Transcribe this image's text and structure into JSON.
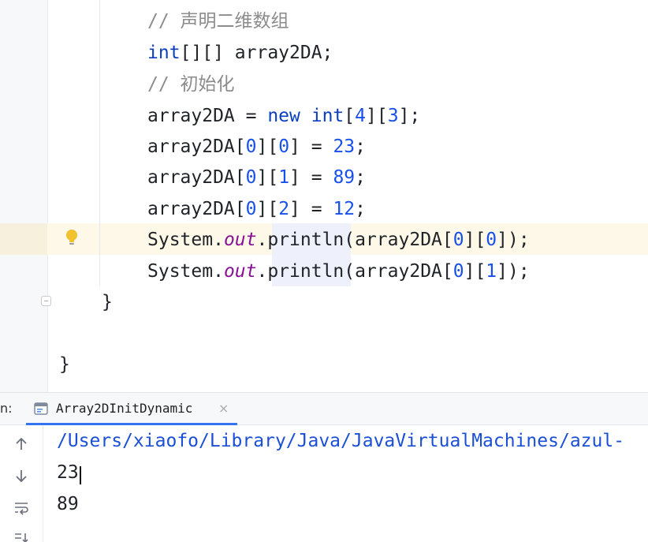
{
  "editor": {
    "lines": [
      {
        "indent": "comment1",
        "parts": [
          {
            "t": "// 声明二维数组",
            "c": "cmt"
          }
        ]
      },
      {
        "indent": "decl",
        "parts": [
          {
            "t": "int",
            "c": "kw"
          },
          {
            "t": "[][] array2DA;",
            "c": ""
          }
        ]
      },
      {
        "indent": "comment2",
        "parts": [
          {
            "t": "// 初始化",
            "c": "cmt"
          }
        ]
      },
      {
        "indent": "init",
        "parts": [
          {
            "t": "array2DA = ",
            "c": ""
          },
          {
            "t": "new",
            "c": "kw"
          },
          {
            "t": " ",
            "c": ""
          },
          {
            "t": "int",
            "c": "kw"
          },
          {
            "t": "[",
            "c": ""
          },
          {
            "t": "4",
            "c": "num"
          },
          {
            "t": "][",
            "c": ""
          },
          {
            "t": "3",
            "c": "num"
          },
          {
            "t": "];",
            "c": ""
          }
        ]
      },
      {
        "indent": "a1",
        "parts": [
          {
            "t": "array2DA[",
            "c": ""
          },
          {
            "t": "0",
            "c": "num"
          },
          {
            "t": "][",
            "c": ""
          },
          {
            "t": "0",
            "c": "num"
          },
          {
            "t": "] = ",
            "c": ""
          },
          {
            "t": "23",
            "c": "num"
          },
          {
            "t": ";",
            "c": ""
          }
        ]
      },
      {
        "indent": "a2",
        "parts": [
          {
            "t": "array2DA[",
            "c": ""
          },
          {
            "t": "0",
            "c": "num"
          },
          {
            "t": "][",
            "c": ""
          },
          {
            "t": "1",
            "c": "num"
          },
          {
            "t": "] = ",
            "c": ""
          },
          {
            "t": "89",
            "c": "num"
          },
          {
            "t": ";",
            "c": ""
          }
        ]
      },
      {
        "indent": "a3",
        "parts": [
          {
            "t": "array2DA[",
            "c": ""
          },
          {
            "t": "0",
            "c": "num"
          },
          {
            "t": "][",
            "c": ""
          },
          {
            "t": "2",
            "c": "num"
          },
          {
            "t": "] = ",
            "c": ""
          },
          {
            "t": "12",
            "c": "num"
          },
          {
            "t": ";",
            "c": ""
          }
        ]
      },
      {
        "indent": "p1",
        "parts": [
          {
            "t": "System.",
            "c": ""
          },
          {
            "t": "out",
            "c": "field"
          },
          {
            "t": ".println(array2DA[",
            "c": ""
          },
          {
            "t": "0",
            "c": "num"
          },
          {
            "t": "][",
            "c": ""
          },
          {
            "t": "0",
            "c": "num"
          },
          {
            "t": "]);",
            "c": ""
          }
        ]
      },
      {
        "indent": "p2",
        "parts": [
          {
            "t": "System.",
            "c": ""
          },
          {
            "t": "out",
            "c": "field"
          },
          {
            "t": ".println(array2DA[",
            "c": ""
          },
          {
            "t": "0",
            "c": "num"
          },
          {
            "t": "][",
            "c": ""
          },
          {
            "t": "1",
            "c": "num"
          },
          {
            "t": "]);",
            "c": ""
          }
        ]
      },
      {
        "indent": "close1",
        "parts": [
          {
            "t": "}",
            "c": ""
          }
        ]
      },
      {
        "indent": "blank",
        "parts": []
      },
      {
        "indent": "close2",
        "parts": [
          {
            "t": "}",
            "c": ""
          }
        ]
      }
    ]
  },
  "run_panel": {
    "tool_label": "n:",
    "tab_label": "Array2DInitDynamic",
    "tab_close": "×",
    "toolbar_icons": [
      "arrow-up-icon",
      "arrow-down-icon",
      "soft-wrap-icon",
      "scroll-to-end-icon"
    ]
  },
  "console": {
    "lines": [
      "/Users/xiaofo/Library/Java/JavaVirtualMachines/azul-",
      "23",
      "89"
    ]
  },
  "colors": {
    "keyword": "#0b3fbf",
    "number": "#1750eb",
    "comment": "#8c8c8c",
    "field": "#871094",
    "tab_underline": "#3574f0"
  }
}
